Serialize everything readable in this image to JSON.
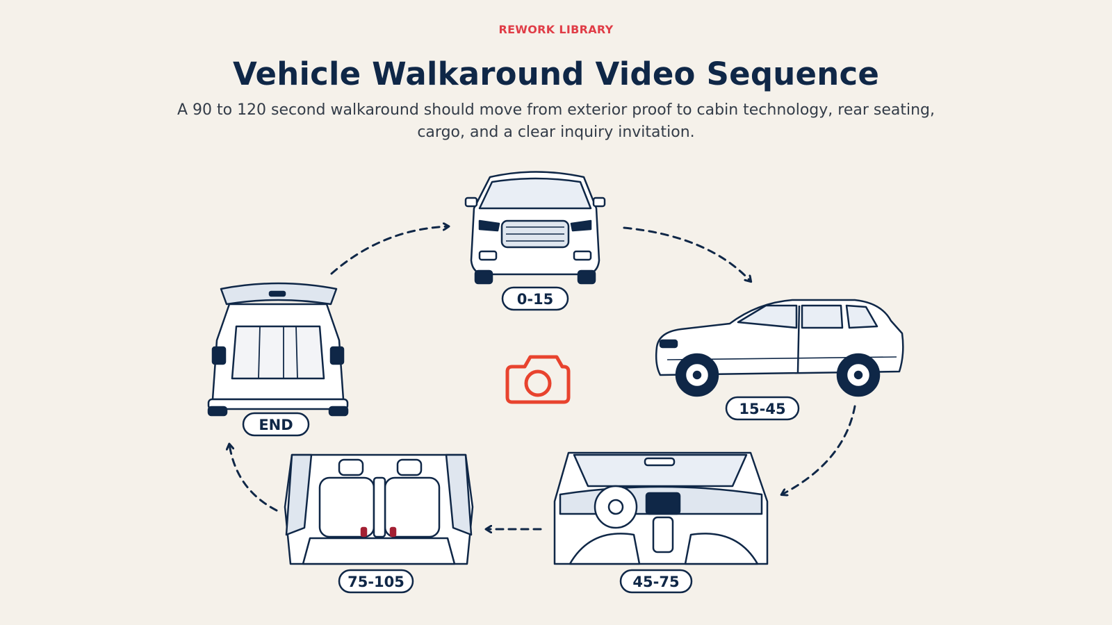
{
  "header": {
    "eyebrow": "REWORK LIBRARY",
    "title": "Vehicle Walkaround Video Sequence",
    "subtitle": "A 90 to 120 second walkaround should move from exterior proof to cabin technology, rear seating, cargo, and a clear inquiry invitation."
  },
  "steps": [
    {
      "label": "0-15",
      "view": "front-exterior"
    },
    {
      "label": "15-45",
      "view": "side-profile"
    },
    {
      "label": "45-75",
      "view": "dashboard-interior"
    },
    {
      "label": "75-105",
      "view": "rear-seats"
    },
    {
      "label": "END",
      "view": "open-cargo"
    }
  ],
  "center_icon": "camera-icon",
  "colors": {
    "background": "#f5f1ea",
    "navy": "#0f2747",
    "accent_red": "#e03d47",
    "camera_red": "#e8432e"
  }
}
